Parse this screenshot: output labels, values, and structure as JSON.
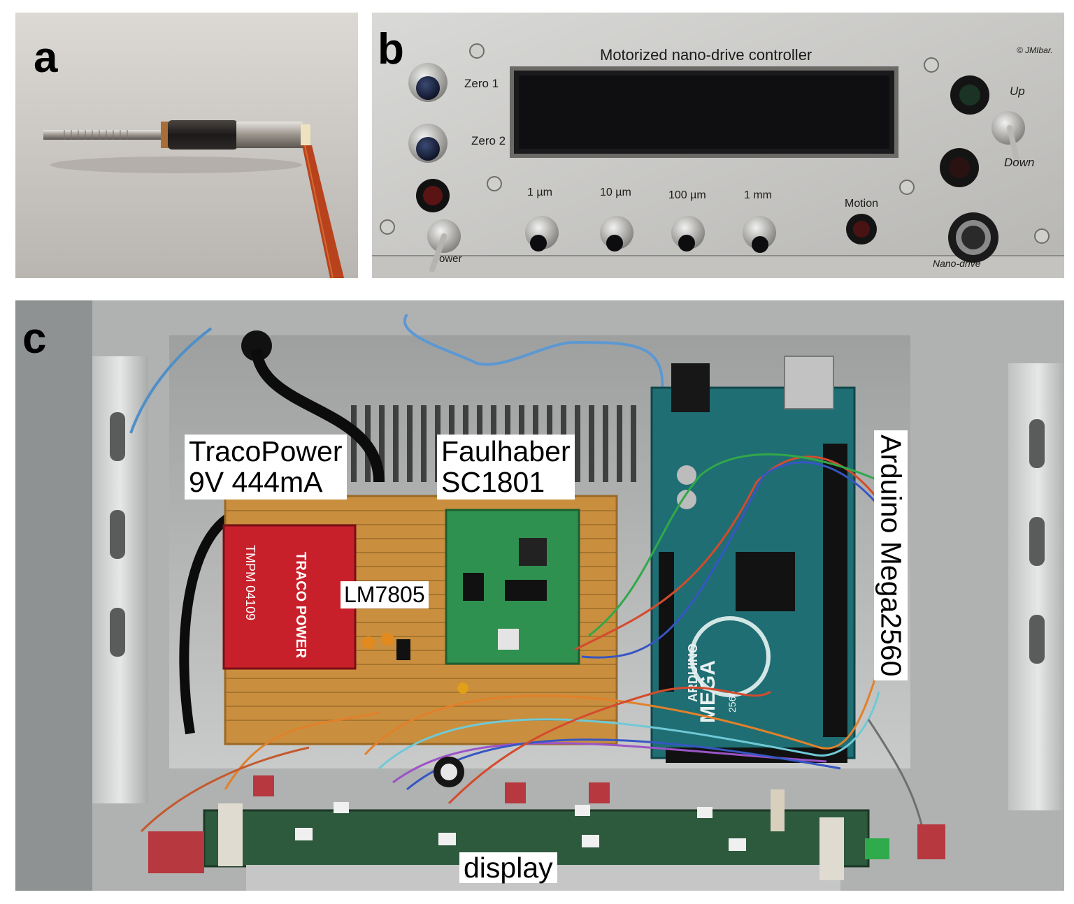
{
  "panels": {
    "a": {
      "letter": "a"
    },
    "b": {
      "letter": "b",
      "title": "Motorized nano-drive controller",
      "copyright": "© JMIbar.",
      "labels": {
        "zero1": "Zero 1",
        "zero2": "Zero 2",
        "up": "Up",
        "down": "Down",
        "step_1um": "1 µm",
        "step_10um": "10 µm",
        "step_100um": "100 µm",
        "step_1mm": "1 mm",
        "motion": "Motion",
        "power": "ower",
        "nanodrive": "Nano-drive"
      }
    },
    "c": {
      "letter": "c",
      "labels": {
        "traco_line1": "TracoPower",
        "traco_line2": "9V 444mA",
        "faul_line1": "Faulhaber",
        "faul_line2": "SC1801",
        "lm": "LM7805",
        "arduino": "Arduino Mega2560",
        "display": "display"
      },
      "component_text": {
        "traco_brand": "TRACO POWER",
        "traco_model": "TMPM 04109",
        "arduino_brand": "ARDUINO",
        "mega": "MEGA",
        "mega_num": "2560"
      }
    }
  },
  "colors": {
    "aluminum": "#c9c9c7",
    "arduino_teal": "#1f6e73",
    "perfboard": "#c98f3e",
    "pcb_green": "#2f9150",
    "traco_red": "#c8202a"
  }
}
